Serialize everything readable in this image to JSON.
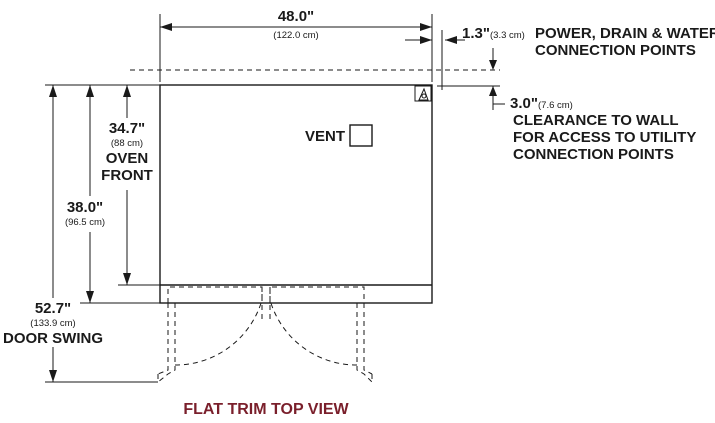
{
  "width_dim": {
    "value": "48.0\"",
    "metric": "(122.0 cm)"
  },
  "utility_offset": {
    "value": "1.3\"",
    "metric": "(3.3 cm)",
    "label_line1": "POWER, DRAIN & WATER",
    "label_line2": "CONNECTION POINTS"
  },
  "wall_clearance": {
    "value": "3.0\"",
    "metric": "(7.6 cm)",
    "label_line1": "CLEARANCE TO WALL",
    "label_line2": "FOR ACCESS TO UTILITY",
    "label_line3": "CONNECTION POINTS"
  },
  "oven_front": {
    "value": "34.7\"",
    "metric": "(88 cm)",
    "label_line1": "OVEN",
    "label_line2": "FRONT"
  },
  "depth_dim": {
    "value": "38.0\"",
    "metric": "(96.5 cm)"
  },
  "door_swing": {
    "value": "52.7\"",
    "metric": "(133.9 cm)",
    "label": "DOOR SWING"
  },
  "vent": {
    "label": "VENT"
  },
  "caption": "FLAT TRIM TOP VIEW"
}
